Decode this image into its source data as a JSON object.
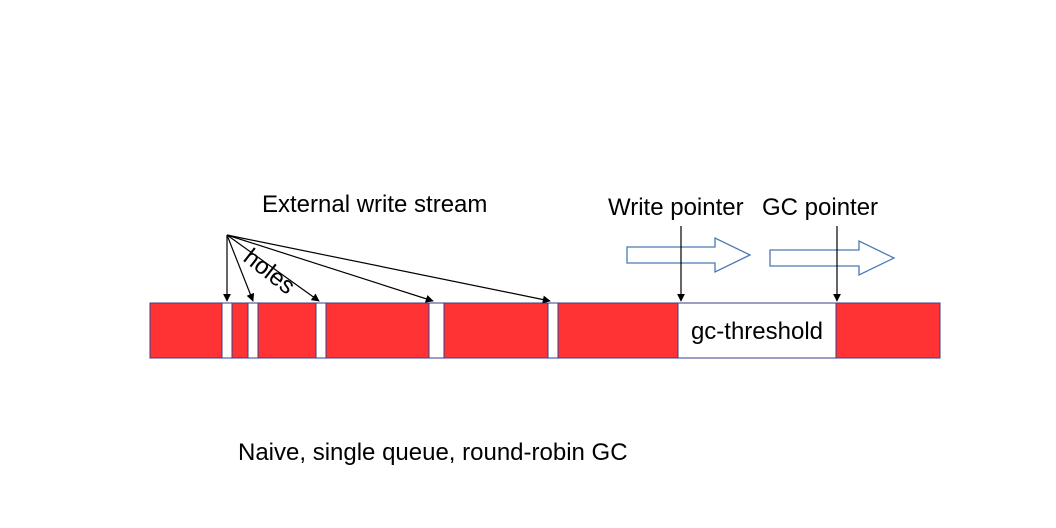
{
  "labels": {
    "external_write_stream": "External write stream",
    "holes": "holes",
    "write_pointer": "Write pointer",
    "gc_pointer": "GC pointer",
    "gc_threshold": "gc-threshold",
    "caption": "Naive, single queue, round-robin GC"
  },
  "colors": {
    "filled_segment": "#ff3333",
    "segment_border": "#3a3d8f",
    "hole": "#ffffff",
    "arrow": "#000000",
    "pointer_arrow_outline": "#4a7ab5"
  }
}
